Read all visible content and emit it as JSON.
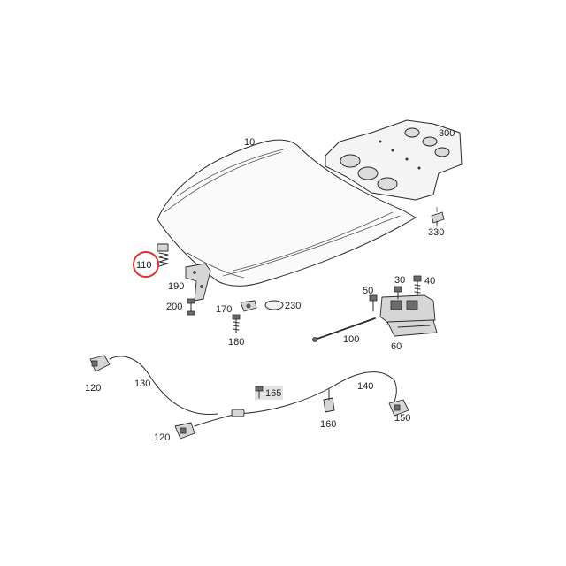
{
  "parts": {
    "p10": "10",
    "p300": "300",
    "p330": "330",
    "p110": "110",
    "p190": "190",
    "p200": "200",
    "p170": "170",
    "p230": "230",
    "p180": "180",
    "p50": "50",
    "p30": "30",
    "p40": "40",
    "p100": "100",
    "p60": "60",
    "p120a": "120",
    "p130": "130",
    "p165": "165",
    "p140": "140",
    "p160": "160",
    "p150": "150",
    "p120b": "120"
  },
  "highlight": {
    "part": "110",
    "color": "#e03030"
  },
  "colors": {
    "line": "#2a2a2a",
    "fill": "#d6d6d6",
    "label_box": "#e3e3e3"
  }
}
